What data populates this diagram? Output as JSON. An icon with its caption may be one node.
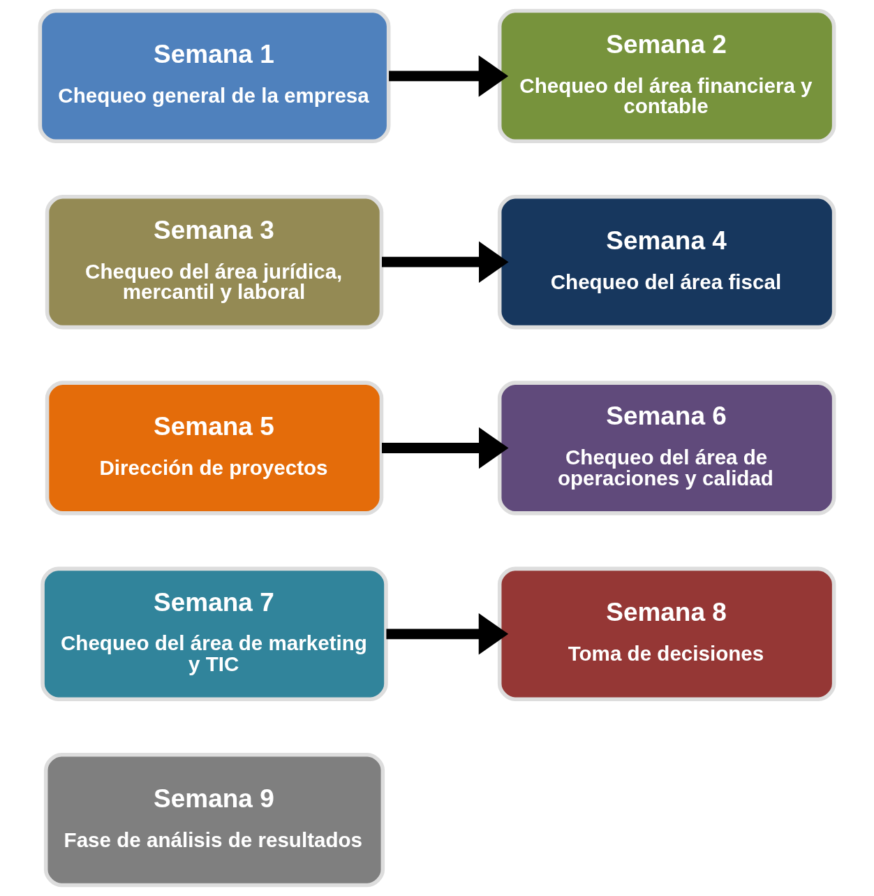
{
  "diagram": {
    "nodes": [
      {
        "text": [
          "Semana 1",
          "Chequeo general de la empresa"
        ]
      },
      {
        "text": [
          "Semana 2",
          "Chequeo del área financiera y contable"
        ]
      },
      {
        "text": [
          "Semana 3",
          "Chequeo del área jurídica, mercantil y laboral"
        ]
      },
      {
        "text": [
          "Semana 4",
          "Chequeo del área fiscal"
        ]
      },
      {
        "text": [
          "Semana 5",
          "Dirección de proyectos"
        ]
      },
      {
        "text": [
          "Semana 6",
          "Chequeo del área de operaciones y calidad"
        ]
      },
      {
        "text": [
          "Semana 7",
          "Chequeo del área de marketing y TIC"
        ]
      },
      {
        "text": [
          "Semana 8",
          "Toma de decisiones"
        ]
      },
      {
        "text": [
          "Semana 9",
          "Fase de análisis de resultados"
        ]
      }
    ],
    "edges": [
      {
        "from": 0,
        "to": 1,
        "arrow": "to"
      },
      {
        "from": 2,
        "to": 3,
        "arrow": "to"
      },
      {
        "from": 4,
        "to": 5,
        "arrow": "to"
      },
      {
        "from": 6,
        "to": 7,
        "arrow": "to"
      }
    ]
  }
}
